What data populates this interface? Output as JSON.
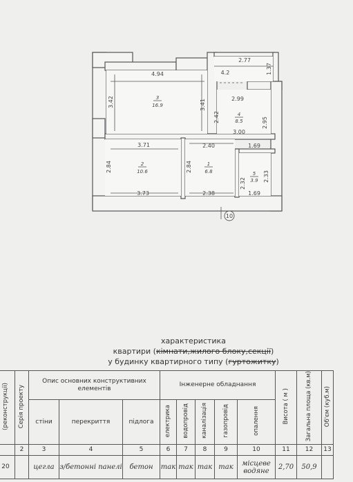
{
  "plan": {
    "dims": {
      "d494": "4.94",
      "d277": "2.77",
      "d42": "4.2",
      "d137": "1.37",
      "d342": "3.42",
      "d341": "3.41",
      "d299": "2.99",
      "d242": "2.42",
      "d295": "2.95",
      "d300": "3.00",
      "d371": "3.71",
      "d240": "2.40",
      "d169a": "1.69",
      "d284a": "2.84",
      "d284b": "2.84",
      "d233": "2.33",
      "d232": "2.32",
      "d373": "3.73",
      "d238": "2.38",
      "d169b": "1.69"
    },
    "rooms": {
      "r3": {
        "num": "3",
        "area": "16.9"
      },
      "r4": {
        "num": "4",
        "area": "8.5"
      },
      "r2": {
        "num": "2",
        "area": "10.6"
      },
      "r1": {
        "num": "1",
        "area": "6.8"
      },
      "r5": {
        "num": "5",
        "area": "3.9"
      }
    },
    "axis_marker": "10"
  },
  "title": {
    "line1": "характеристика",
    "line2_prefix": "квартири (",
    "line2_struck": "кімнати,жилого блоку,секції",
    "line2_suffix": ")",
    "line3_prefix": "у будинку квартирного типу (",
    "line3_struck": "гуртожитку",
    "line3_suffix": ")"
  },
  "table": {
    "h_reconstruction": "(реконструкції)",
    "h_series": "Серія проекту",
    "h_structural": "Опис основних конструктивних елементів",
    "h_walls": "стіни",
    "h_floors": "перекриття",
    "h_flooring": "підлога",
    "h_engineering": "Інженерне обладнання",
    "h_electric": "електрика",
    "h_water": "водопровід",
    "h_sewer": "каналізація",
    "h_gas": "газопровід",
    "h_heating": "опалення",
    "h_height": "Висота ( м )",
    "h_total_area": "Загальна площа (кв.м)",
    "h_volume": "Об'єм (куб.м)",
    "nums": [
      "2",
      "3",
      "4",
      "5",
      "6",
      "7",
      "8",
      "9",
      "10",
      "11",
      "12",
      "13"
    ],
    "row": {
      "c1": "20",
      "walls": "цегла",
      "floors": "з/бетонні панелі",
      "flooring": "бетон",
      "electric": "так",
      "water": "так",
      "sewer": "так",
      "gas": "так",
      "heating": "місцеве водяне",
      "height": "2,70",
      "total_area": "50,9"
    }
  }
}
